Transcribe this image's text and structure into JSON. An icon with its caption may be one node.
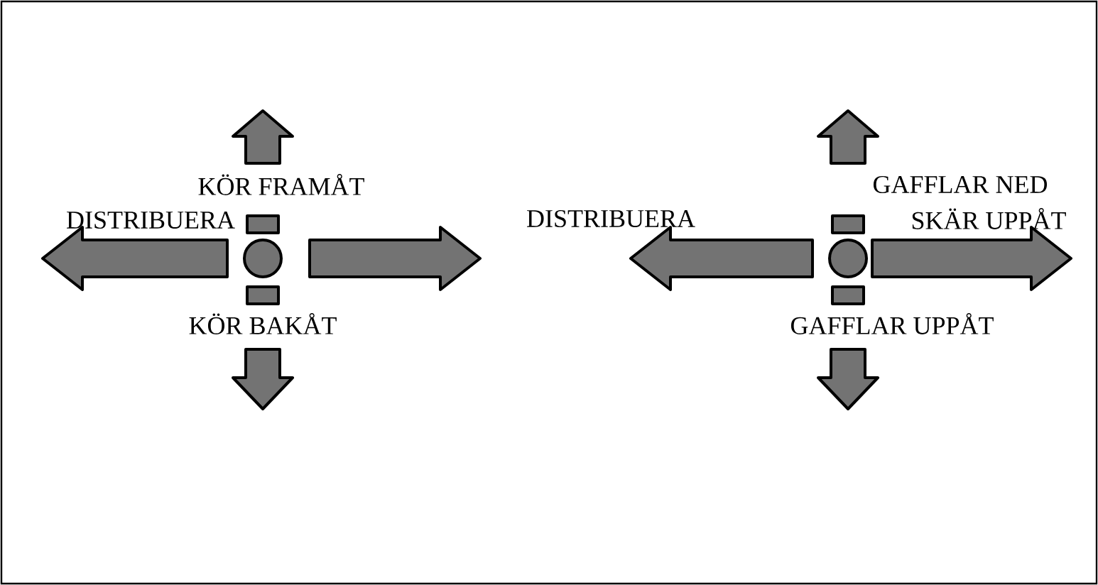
{
  "diagram": {
    "labels": [
      "KÖR FRAMÅT",
      "GAFFLAR NED",
      "DISTRIBUERA",
      "DISTRIBUERA",
      "SKÄR UPPÅT",
      "KÖR BAKÅT",
      "GAFFLAR UPPÅT"
    ]
  }
}
